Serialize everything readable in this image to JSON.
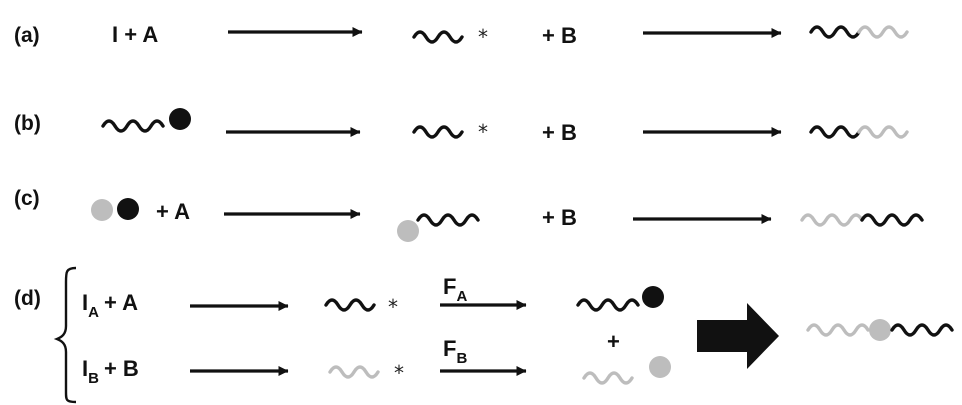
{
  "colors": {
    "black": "#111111",
    "grey": "#bdbdbd",
    "background": "#ffffff"
  },
  "rows": {
    "a": {
      "label": "(a)",
      "reactants": "I + A",
      "plus_b": "+ B",
      "star": "*"
    },
    "b": {
      "label": "(b)",
      "plus_b": "+ B",
      "star": "*"
    },
    "c": {
      "label": "(c)",
      "plus_a": "+ A",
      "plus_b": "+ B"
    },
    "d": {
      "label": "(d)",
      "top": {
        "initiator": "I",
        "initiator_sub": "A",
        "plus_monomer": "+ A",
        "star": "*",
        "func": "F",
        "func_sub": "A"
      },
      "bottom": {
        "initiator": "I",
        "initiator_sub": "B",
        "plus_monomer": "+ B",
        "star": "*",
        "func": "F",
        "func_sub": "B"
      },
      "plus": "+"
    }
  }
}
